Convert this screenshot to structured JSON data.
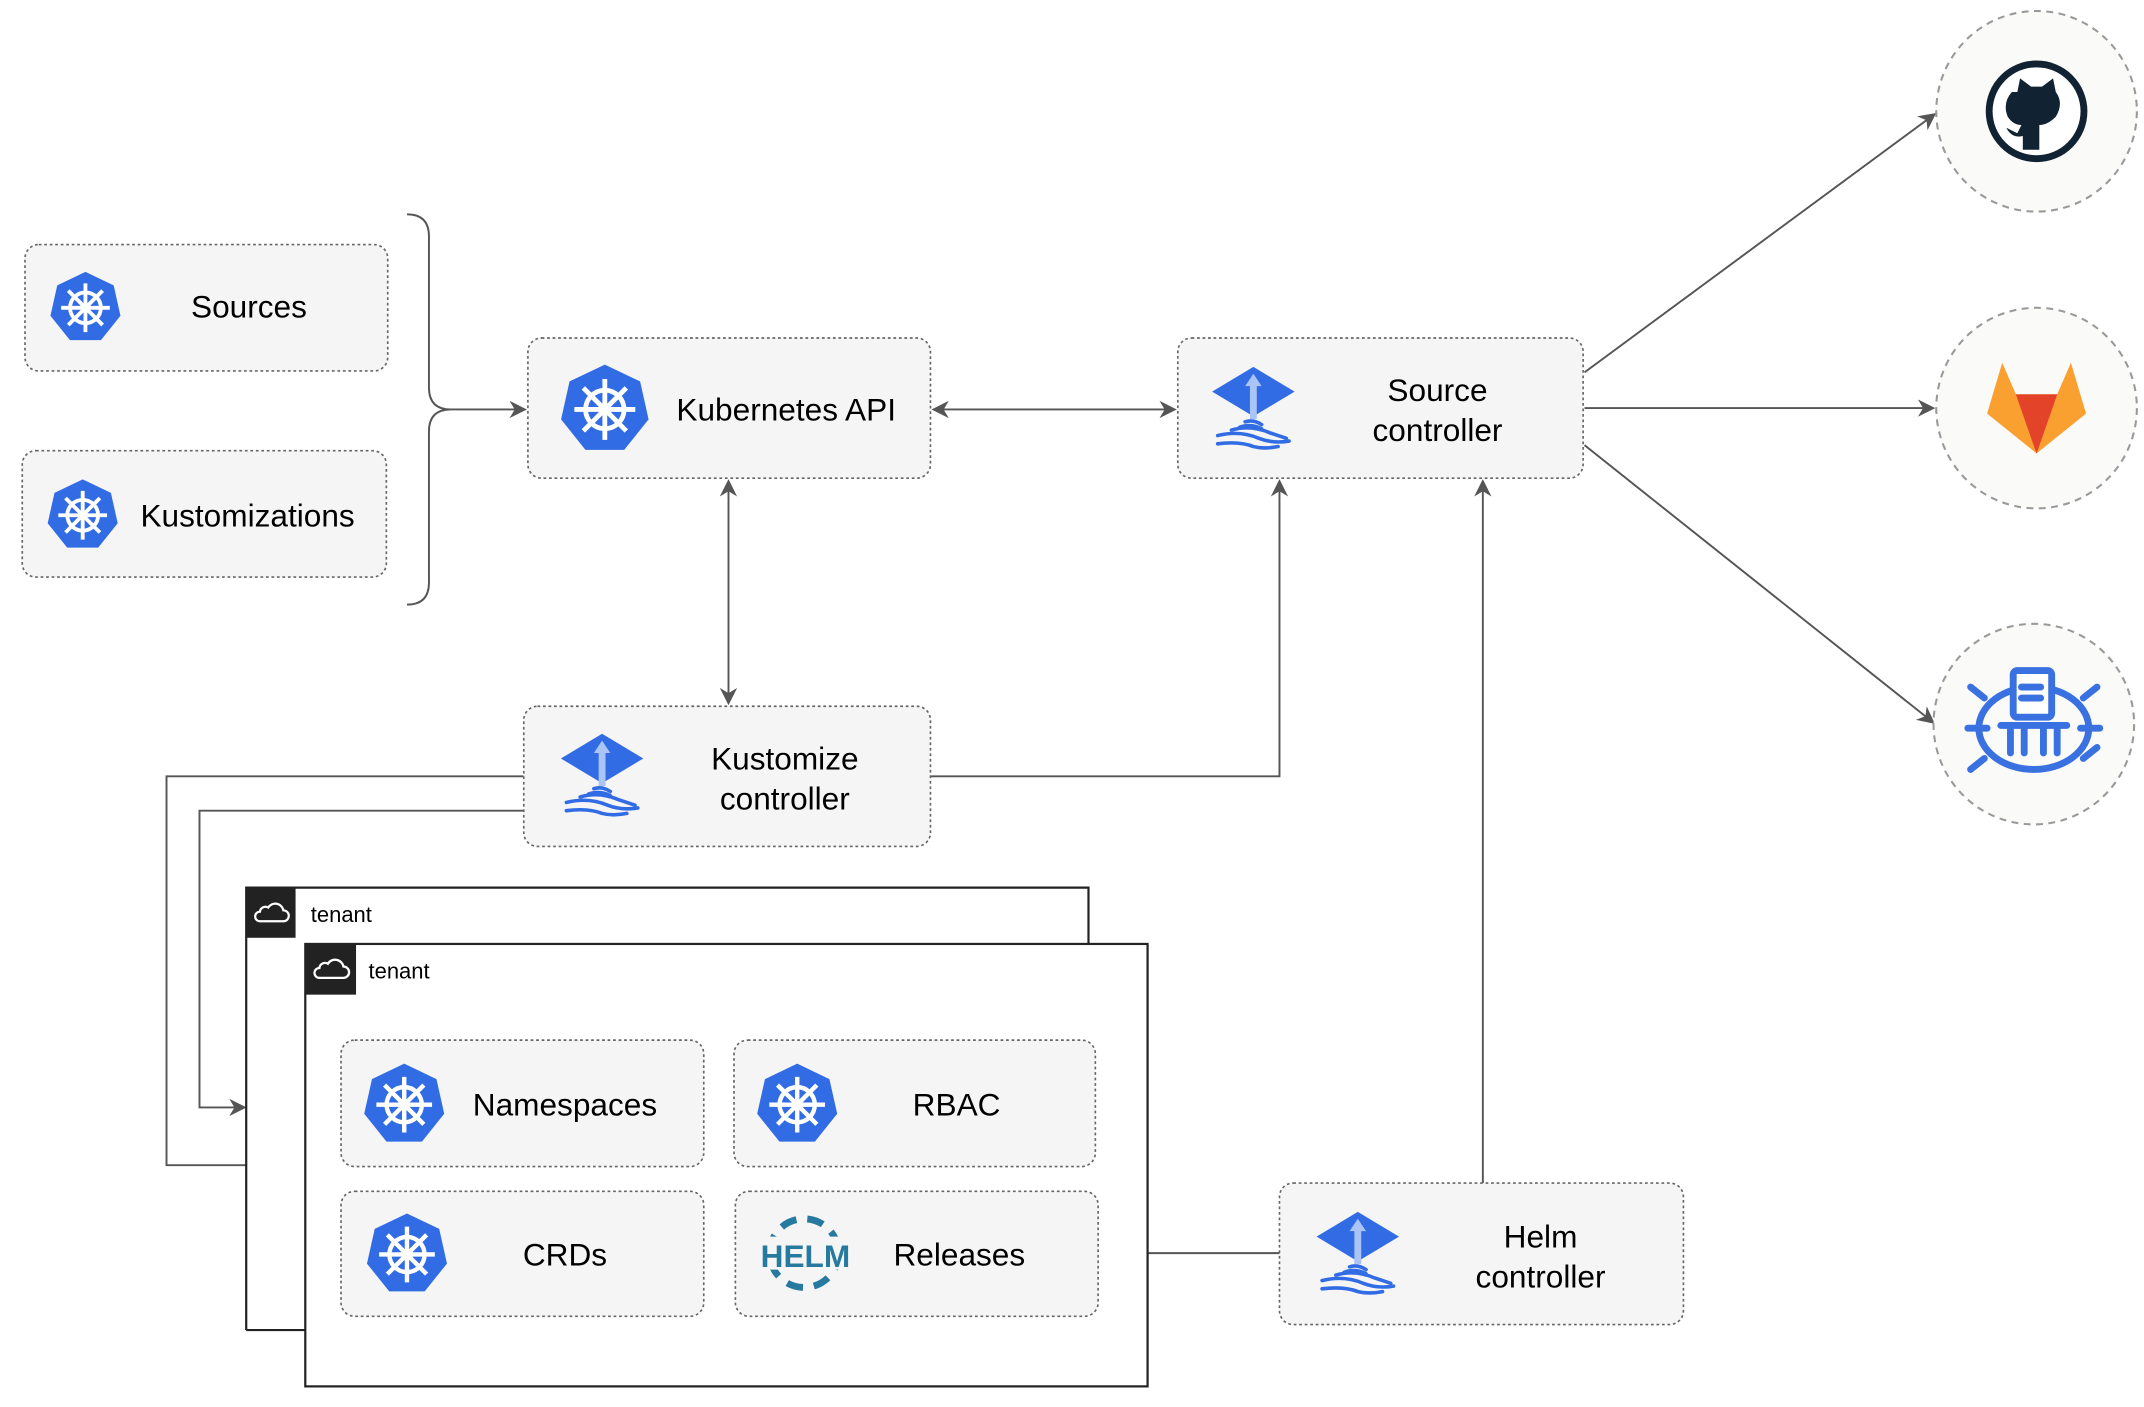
{
  "nodes": {
    "sources": "Sources",
    "kustomizations": "Kustomizations",
    "kubernetes_api": "Kubernetes API",
    "source_controller": [
      "Source",
      "controller"
    ],
    "kustomize_controller": [
      "Kustomize",
      "controller"
    ],
    "helm_controller": [
      "Helm",
      "controller"
    ],
    "namespaces": "Namespaces",
    "rbac": "RBAC",
    "crds": "CRDs",
    "releases": "Releases"
  },
  "tenants": [
    "tenant",
    "tenant"
  ],
  "helm_logo_text": "HELM",
  "external_sources": [
    "github-icon",
    "gitlab-icon",
    "bucket-icon"
  ],
  "colors": {
    "k8s_blue": "#326ce5",
    "github": "#112233",
    "gitlab_red": "#e8552b",
    "gitlab_orange": "#f9a030",
    "helm": "#277a9f"
  }
}
